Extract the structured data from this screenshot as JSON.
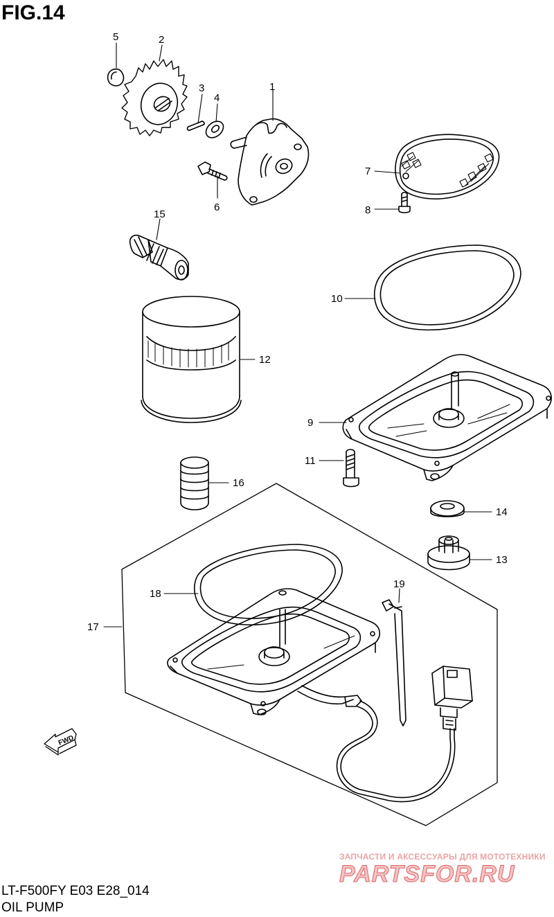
{
  "figure": {
    "title": "FIG.14",
    "model_code": "LT-F500FY E03 E28_014",
    "section_name": "OIL PUMP"
  },
  "callouts": [
    "1",
    "2",
    "3",
    "4",
    "5",
    "6",
    "7",
    "8",
    "9",
    "10",
    "11",
    "12",
    "13",
    "14",
    "15",
    "16",
    "17",
    "18",
    "19"
  ],
  "arrow_label": "FWD",
  "watermark": {
    "tagline": "ЗАПЧАСТИ И АКСЕССУАРЫ ДЛЯ МОТОТЕХНИКИ",
    "logo_text": "PARTSFOR.RU",
    "color": "#e06060"
  },
  "colors": {
    "line": "#000000",
    "background": "#ffffff"
  }
}
